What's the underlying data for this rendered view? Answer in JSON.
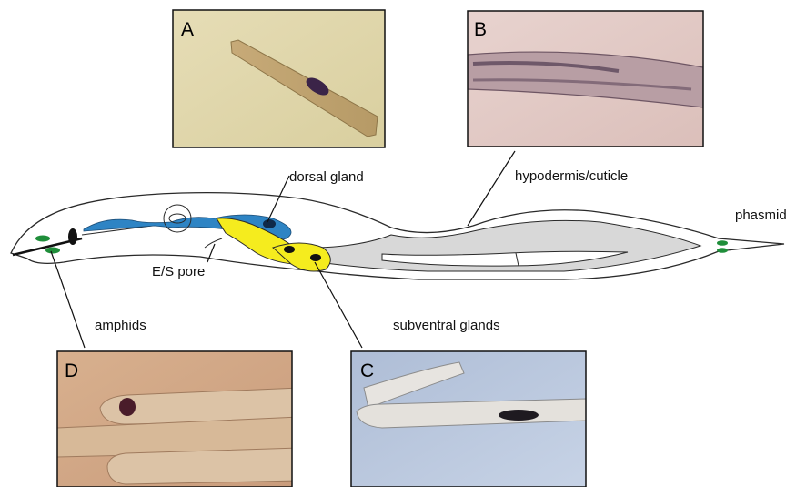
{
  "panels": {
    "A": {
      "letter": "A"
    },
    "B": {
      "letter": "B"
    },
    "C": {
      "letter": "C"
    },
    "D": {
      "letter": "D"
    }
  },
  "labels": {
    "dorsal_gland": "dorsal gland",
    "hypodermis": "hypodermis/cuticle",
    "phasmids": "phasmids",
    "es_pore": "E/S pore",
    "amphids": "amphids",
    "subventral": "subventral glands"
  },
  "colors": {
    "body_outline": "#2a2a2a",
    "intestine": "#d8d8d8",
    "dorsal_gland": "#2e84c4",
    "subventral_gland": "#f5ec1e",
    "sensory": "#1f8e3a"
  }
}
